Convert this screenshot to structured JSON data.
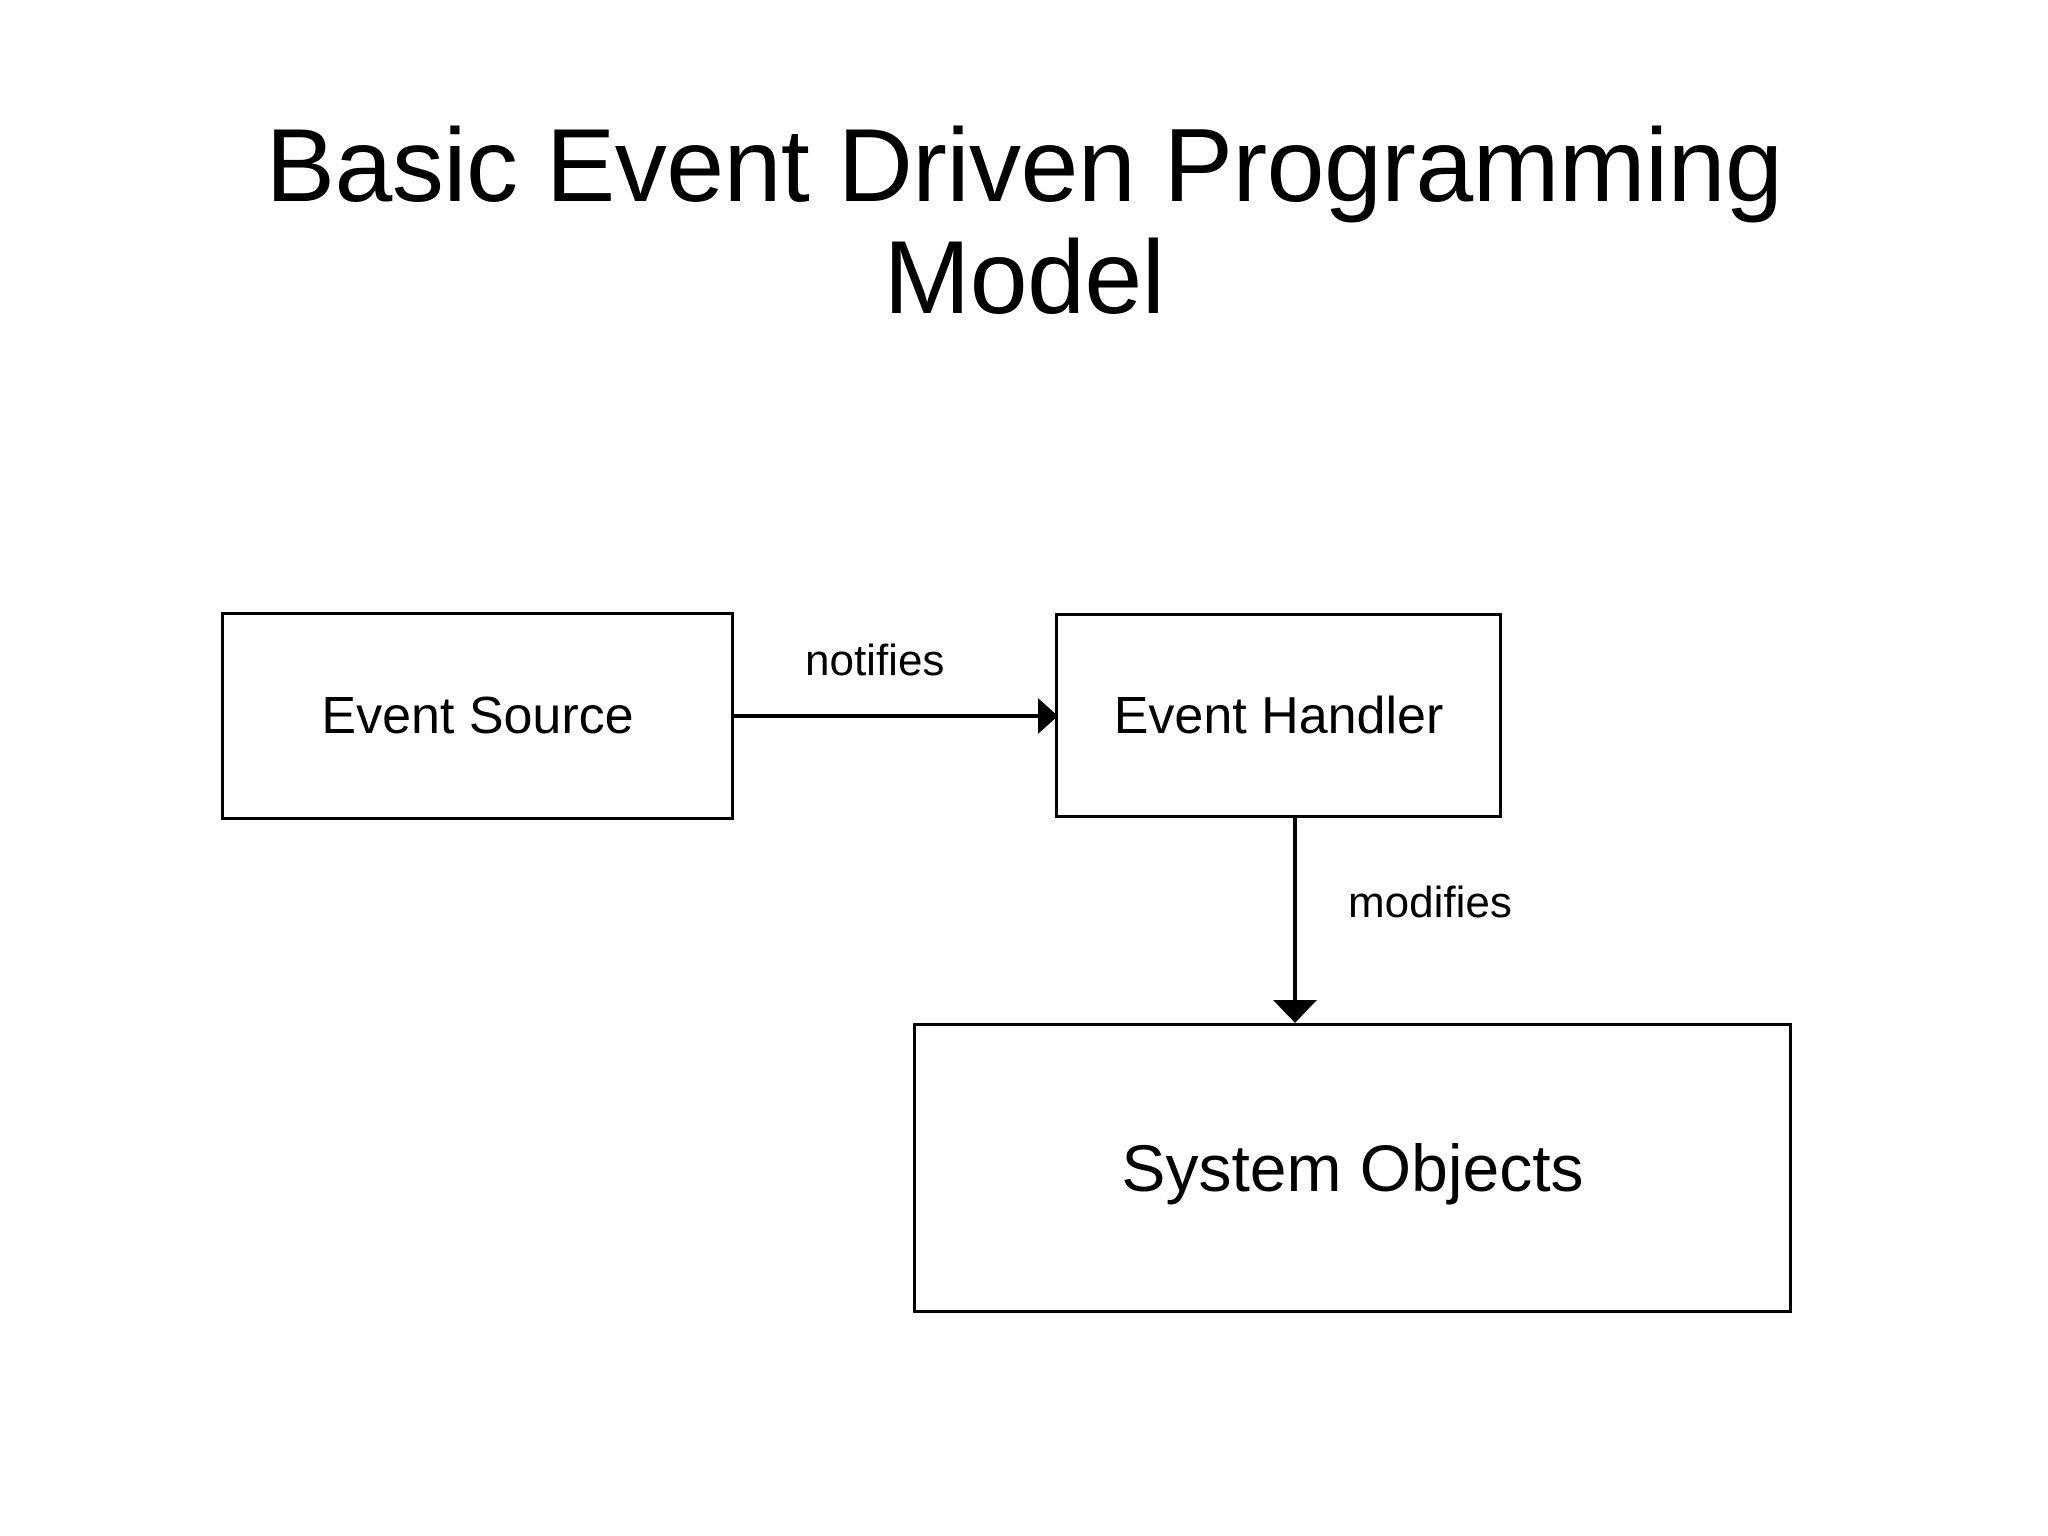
{
  "slide": {
    "title_line_1": "Basic Event Driven Programming",
    "title_line_2": "Model",
    "background_color": "#ffffff",
    "text_color": "#000000",
    "stroke_color": "#000000"
  },
  "diagram": {
    "nodes": [
      {
        "id": "event-source",
        "label": "Event Source"
      },
      {
        "id": "event-handler",
        "label": "Event Handler"
      },
      {
        "id": "system-objects",
        "label": "System Objects"
      }
    ],
    "edges": [
      {
        "id": "notifies",
        "label": "notifies",
        "from": "event-source",
        "to": "event-handler",
        "direction": "right"
      },
      {
        "id": "modifies",
        "label": "modifies",
        "from": "event-handler",
        "to": "system-objects",
        "direction": "down"
      }
    ]
  }
}
